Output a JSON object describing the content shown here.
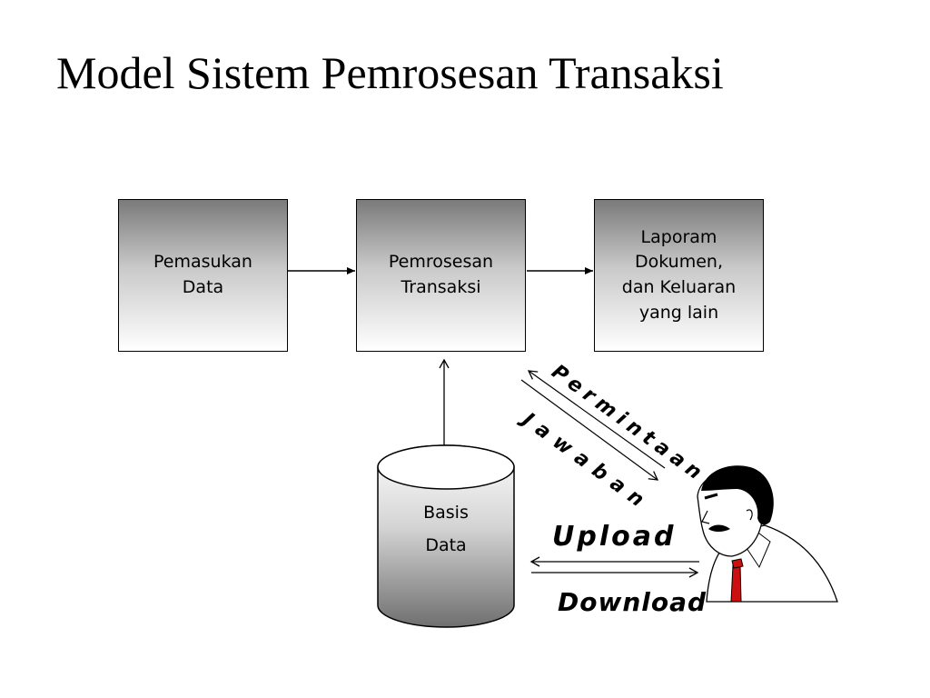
{
  "slide": {
    "title": "Model Sistem Pemrosesan Transaksi"
  },
  "boxes": [
    {
      "lines": [
        "Pemasukan",
        "Data"
      ]
    },
    {
      "lines": [
        "Pemrosesan",
        "Transaksi"
      ]
    },
    {
      "lines": [
        "Laporam",
        "Dokumen,",
        "dan Keluaran",
        "yang lain"
      ]
    }
  ],
  "database": {
    "lines": [
      "Basis",
      "Data"
    ]
  },
  "flows": {
    "request": "Permintaan",
    "response": "Jawaban",
    "upload": "Upload",
    "download": "Download"
  },
  "colors": {
    "box_gradient_top": "#7a7a7a",
    "box_gradient_bottom": "#ffffff",
    "shirt": "#ffffff",
    "tie": "#cc1010"
  },
  "icons": [
    "user-clipart-icon"
  ]
}
